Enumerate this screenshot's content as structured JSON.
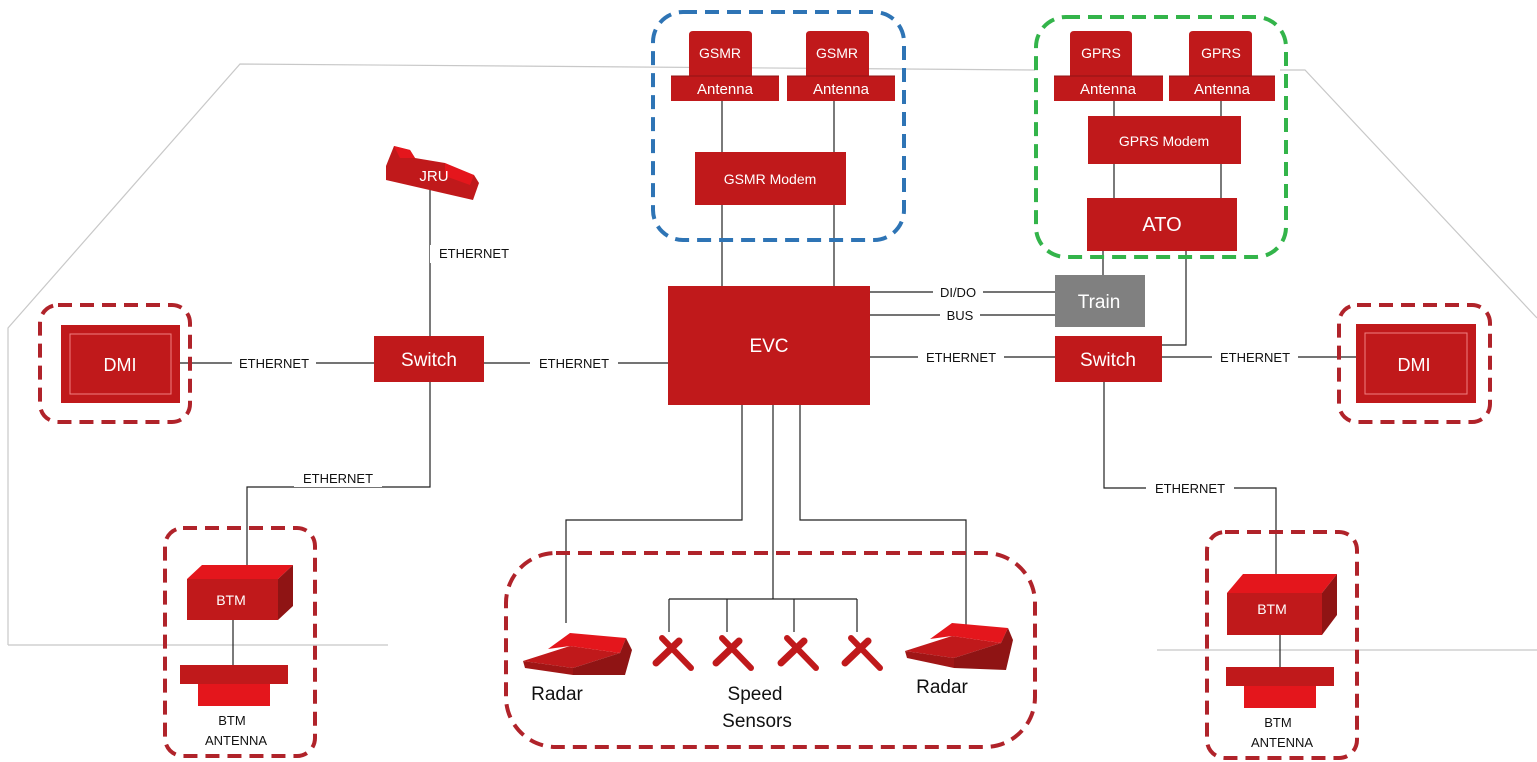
{
  "colors": {
    "primary_red": "#c0191b",
    "bright_red": "#e4161c",
    "dark_red": "#8f1414",
    "dashed_red": "#b0232a",
    "dashed_blue": "#2e74b5",
    "dashed_green": "#33b44a",
    "gray_box": "#808080",
    "line": "#222222",
    "outline_gray": "#c8c8c8"
  },
  "groups": {
    "gsmr": {
      "antenna_top_label": "GSMR",
      "antenna_bottom_label": "Antenna",
      "modem_label": "GSMR Modem"
    },
    "gprs": {
      "antenna_top_label": "GPRS",
      "antenna_bottom_label": "Antenna",
      "modem_label": "GPRS Modem",
      "ato_label": "ATO"
    },
    "sensors": {
      "radar_left_label": "Radar",
      "radar_right_label": "Radar",
      "speed_sensors_line1": "Speed",
      "speed_sensors_line2": "Sensors"
    },
    "btm_left": {
      "btm_label": "BTM",
      "antenna_line1": "BTM",
      "antenna_line2": "ANTENNA"
    },
    "btm_right": {
      "btm_label": "BTM",
      "antenna_line1": "BTM",
      "antenna_line2": "ANTENNA"
    }
  },
  "nodes": {
    "evc": "EVC",
    "switch_left": "Switch",
    "switch_right": "Switch",
    "dmi_left": "DMI",
    "dmi_right": "DMI",
    "jru": "JRU",
    "train": "Train"
  },
  "links": {
    "jru_switch": "ETHERNET",
    "dmi_left_switch": "ETHERNET",
    "switch_left_evc": "ETHERNET",
    "switch_left_btm": "ETHERNET",
    "evc_train_dido": "DI/DO",
    "evc_train_bus": "BUS",
    "evc_switch_right": "ETHERNET",
    "switch_right_dmi": "ETHERNET",
    "switch_right_btm": "ETHERNET"
  }
}
